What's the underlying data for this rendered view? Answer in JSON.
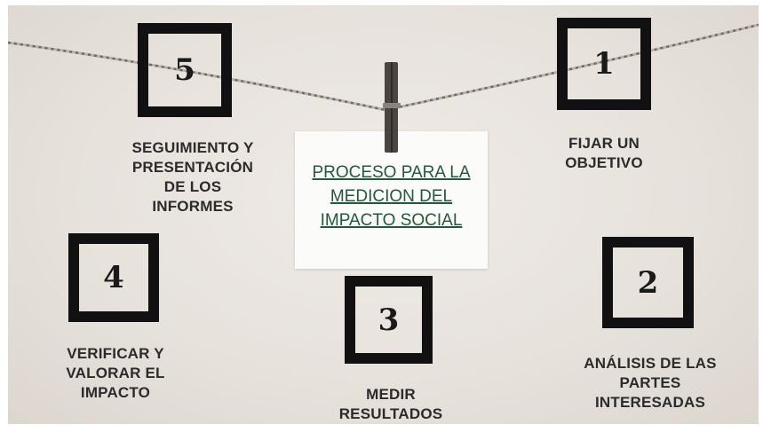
{
  "title": {
    "lines": [
      "PROCESO PARA LA",
      "MEDICION DEL",
      "IMPACTO SOCIAL"
    ]
  },
  "steps": [
    {
      "number": "1",
      "label_lines": [
        "FIJAR UN",
        "OBJETIVO"
      ]
    },
    {
      "number": "2",
      "label_lines": [
        "ANÁLISIS DE LAS",
        "PARTES",
        "INTERESADAS"
      ]
    },
    {
      "number": "3",
      "label_lines": [
        "MEDIR",
        "RESULTADOS"
      ]
    },
    {
      "number": "4",
      "label_lines": [
        "VERIFICAR Y",
        "VALORAR EL",
        "IMPACTO"
      ]
    },
    {
      "number": "5",
      "label_lines": [
        "SEGUIMIENTO Y",
        "PRESENTACIÓN",
        "DE LOS",
        "INFORMES"
      ]
    }
  ],
  "colors": {
    "background": "#e6e1db",
    "box_border": "#111111",
    "title_text": "#1f5a3a",
    "label_text": "#2b2b2b",
    "clip": "#4a4540"
  },
  "icons": [
    "twine-rope",
    "clothespin-icon"
  ]
}
